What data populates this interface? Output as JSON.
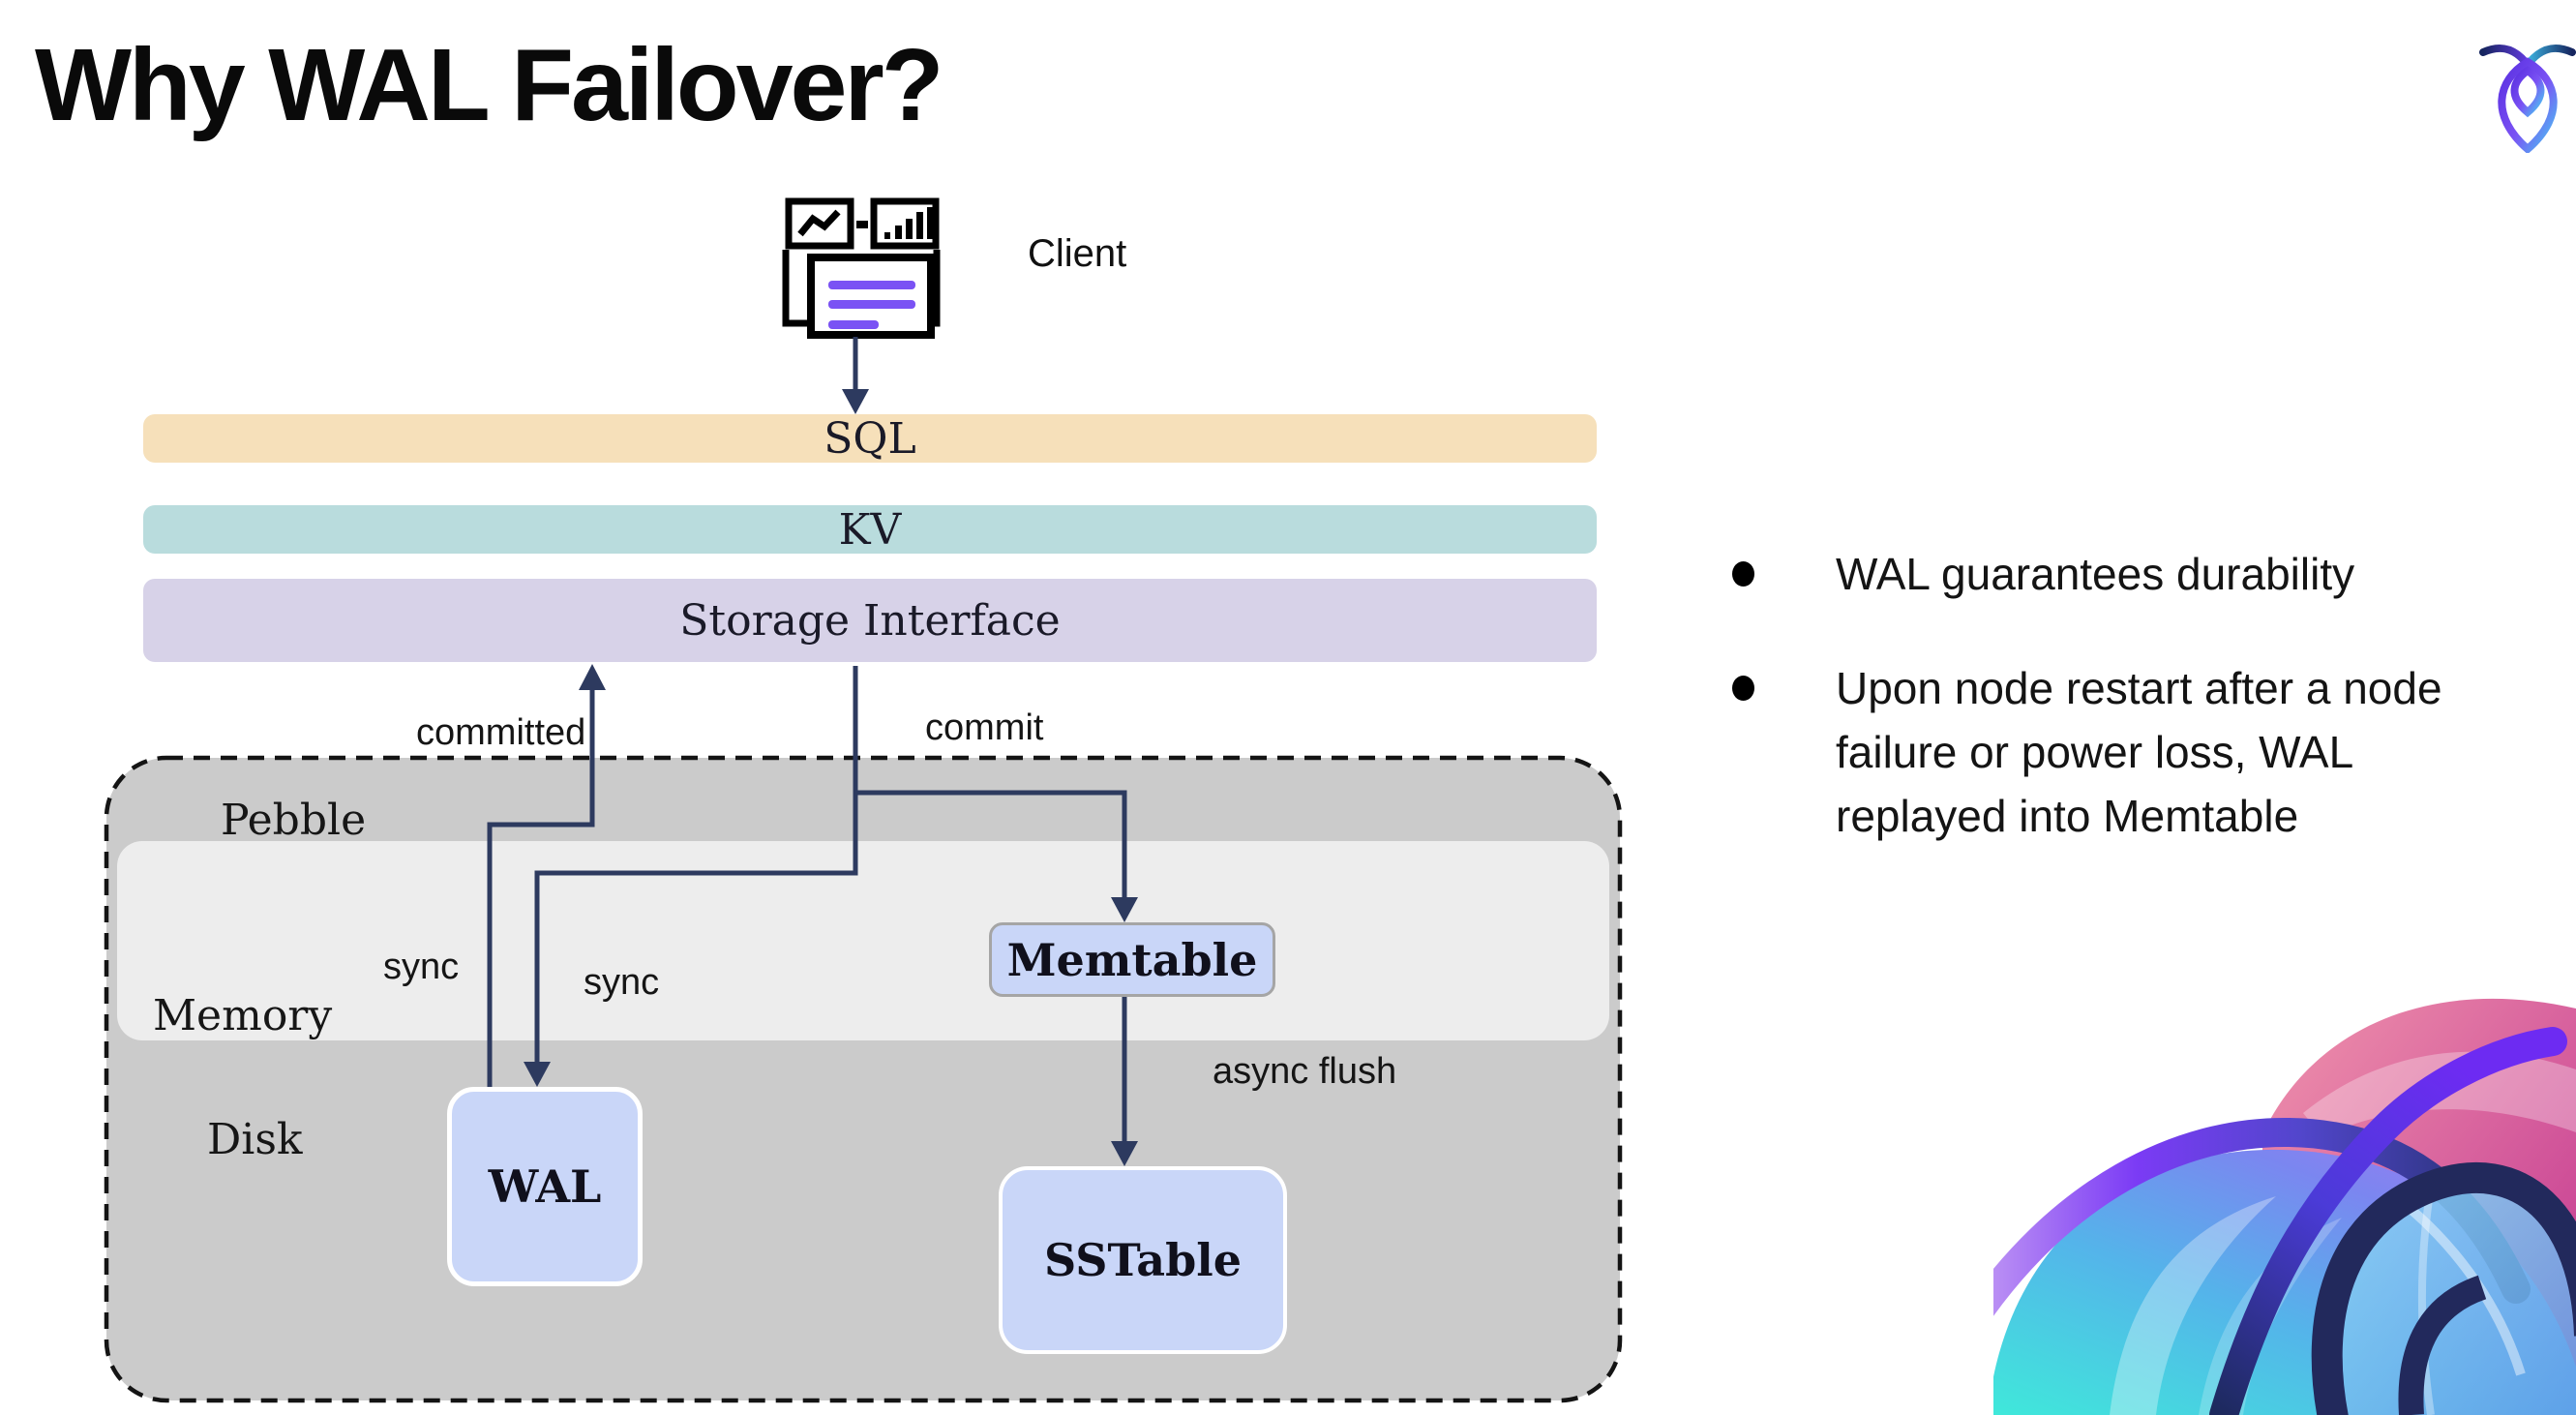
{
  "title": "Why WAL Failover?",
  "diagram": {
    "client_label": "Client",
    "layers": [
      {
        "id": "sql",
        "label": "SQL",
        "color": "#f6e0ba"
      },
      {
        "id": "kv",
        "label": "KV",
        "color": "#b9dcdd"
      },
      {
        "id": "storage",
        "label": "Storage Interface",
        "color": "#d7d2e8"
      }
    ],
    "container_label": "Pebble",
    "zone_memory": "Memory",
    "zone_disk": "Disk",
    "boxes": {
      "wal": "WAL",
      "memtable": "Memtable",
      "sstable": "SSTable"
    },
    "edges": {
      "committed": "committed",
      "commit": "commit",
      "sync_left": "sync",
      "sync_right": "sync",
      "async_flush": "async flush"
    }
  },
  "bullets": [
    "WAL guarantees durability",
    "Upon node restart after a node failure or power loss, WAL replayed into Memtable"
  ],
  "colors": {
    "arrow_navy": "#2d3a5f",
    "node_fill": "#c9d6f8",
    "pebble_fill": "#cbcbcb",
    "memory_fill": "#ededed",
    "sql_fill": "#f6e0ba",
    "kv_fill": "#b9dcdd",
    "storage_fill": "#d7d2e8",
    "doc_accent_purple": "#7a52f4",
    "brand_magenta": "#c13390",
    "brand_cyan": "#3fe9da",
    "brand_purple": "#6d2bf2"
  }
}
